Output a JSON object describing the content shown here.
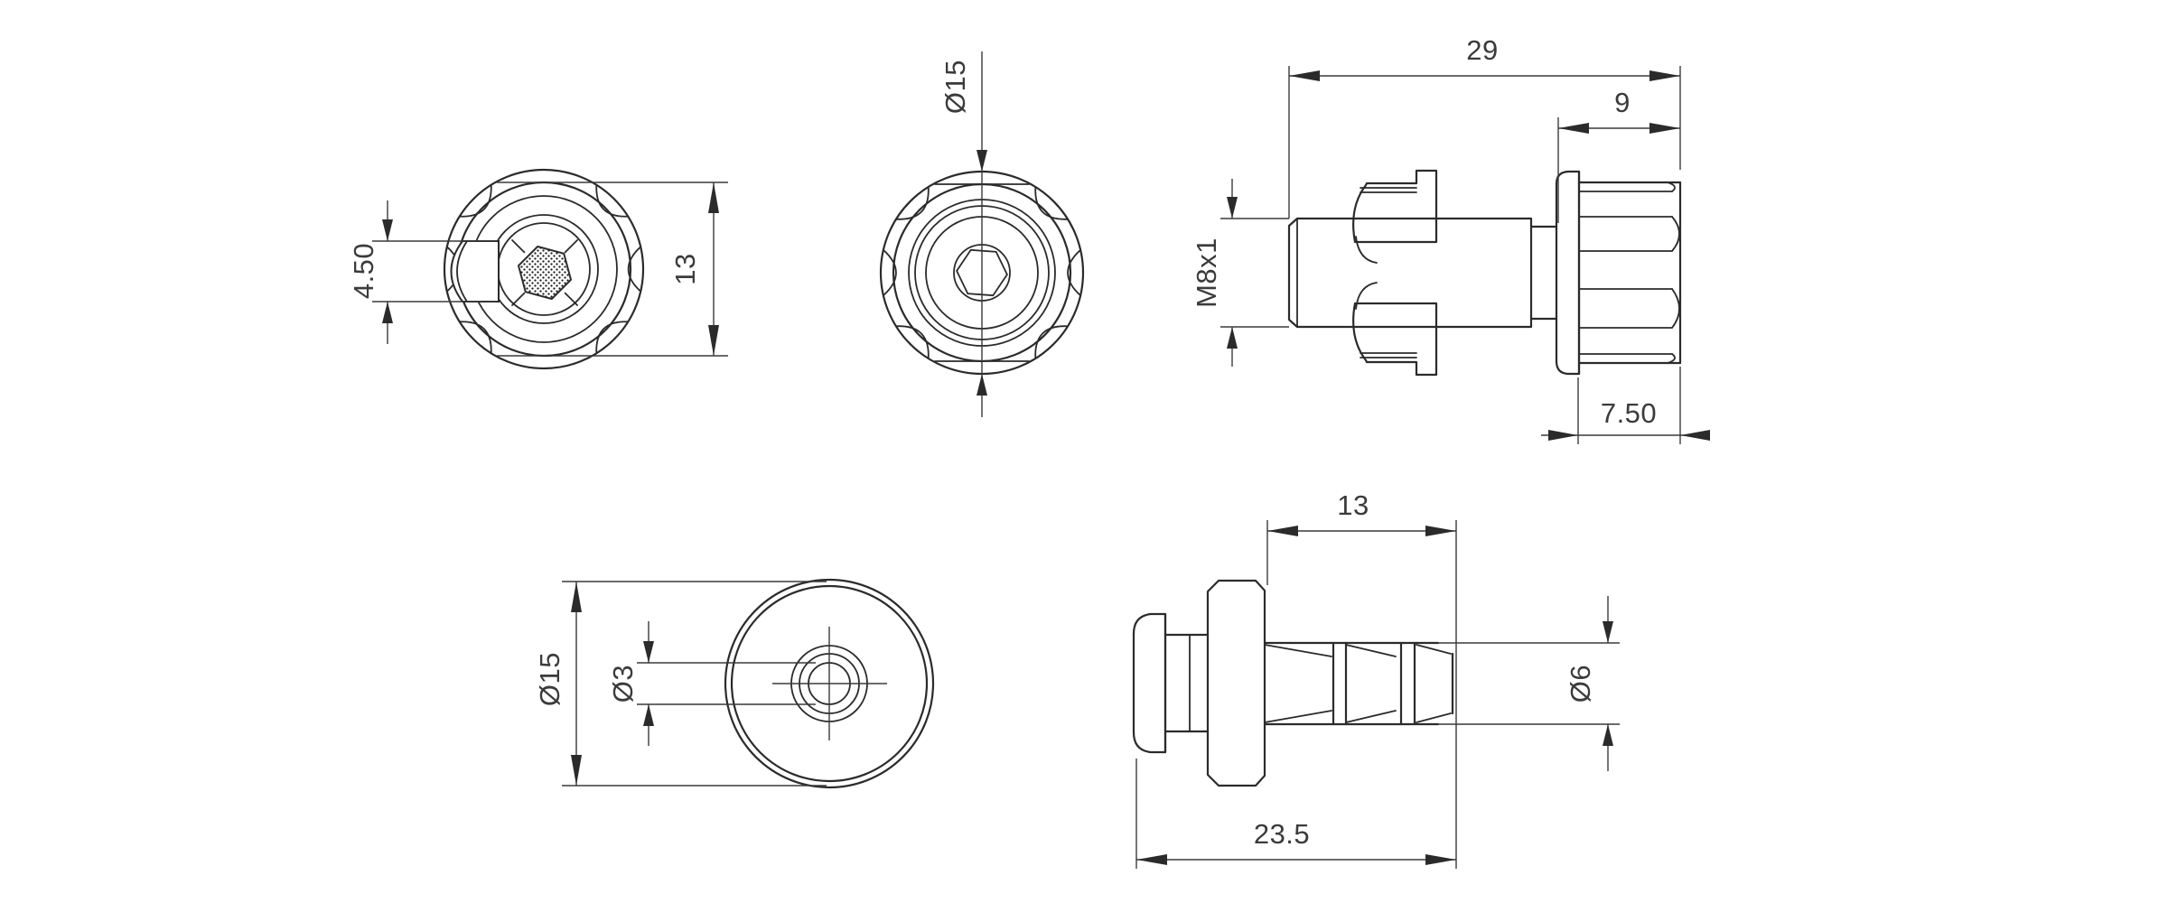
{
  "drawing": {
    "type": "engineering-orthographic-views",
    "colors": {
      "background": "#ffffff",
      "object_line": "#2b2b2b",
      "dimension_line": "#3a3a3a",
      "dimension_text": "#3b3b3b"
    },
    "views": {
      "back_face": {
        "title": "knob back face view",
        "tab_height": "4.50",
        "face_diameter": "13"
      },
      "front_face": {
        "title": "knob front face view with hex socket",
        "outer_diameter": "Ø15"
      },
      "side": {
        "title": "connector side view",
        "overall_length": "29",
        "head_length": "9",
        "thread_spec": "M8x1",
        "cap_length": "7.50"
      },
      "bottom_face": {
        "title": "barb end face view",
        "outer_diameter": "Ø15",
        "bore_diameter": "Ø3"
      },
      "barb_side": {
        "title": "barb side view",
        "barb_length": "13",
        "barb_diameter": "Ø6",
        "overall_length": "23.5"
      }
    }
  }
}
